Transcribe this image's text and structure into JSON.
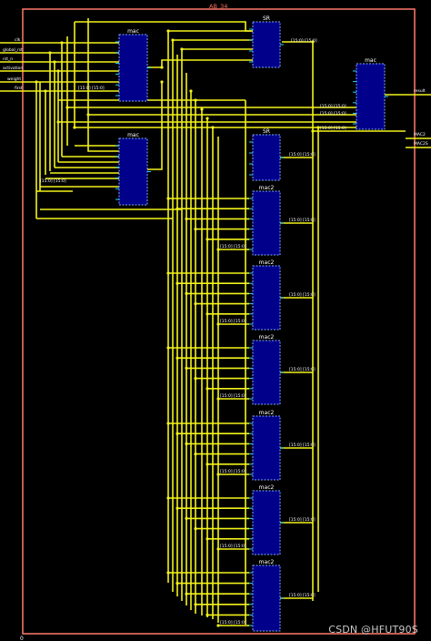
{
  "window_title": "AB_34",
  "watermark": "CSDN @HFUT90S",
  "bottom_label": "0",
  "inputs": [
    "clk",
    "global_rst",
    "rst_n",
    "activation",
    "weight",
    "first"
  ],
  "outputs": [
    "result",
    "MAC2",
    "MAC2S"
  ],
  "blocks": [
    {
      "label": "mac"
    },
    {
      "label": "mac"
    },
    {
      "label": "SR"
    },
    {
      "label": "SR"
    },
    {
      "label": "mac"
    },
    {
      "label": "mac2"
    },
    {
      "label": "mac2"
    },
    {
      "label": "mac2"
    },
    {
      "label": "mac2"
    },
    {
      "label": "mac2"
    },
    {
      "label": "mac2"
    }
  ],
  "bus_label": "[15:0] [15:0]",
  "colors": {
    "background": "#000000",
    "border": "#ff7a6a",
    "wire": "#f2f21a",
    "block_fill": "#00008b",
    "block_border": "#7fa7ff",
    "pin": "#2ad0ff",
    "text": "#ffffff"
  }
}
